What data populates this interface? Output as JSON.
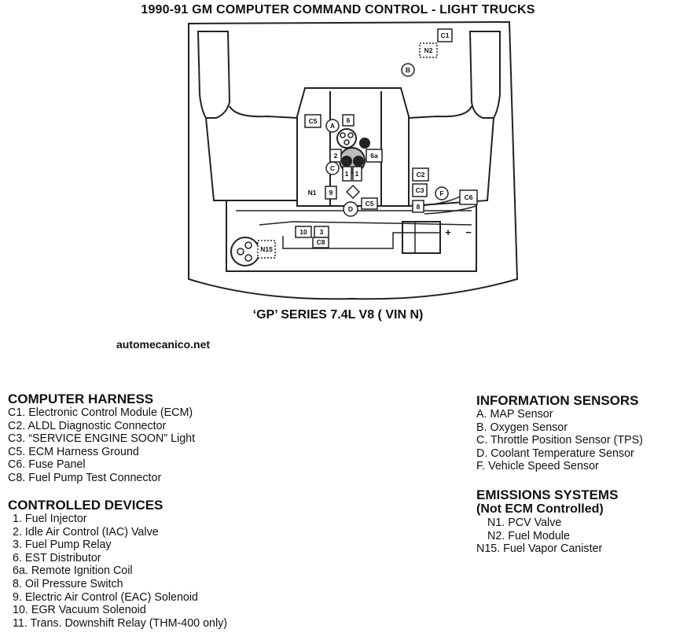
{
  "title": "1990-91 GM COMPUTER COMMAND CONTROL - LIGHT TRUCKS",
  "subtitle": "‘GP’ SERIES 7.4L V8 ( VIN N)",
  "site": "automecanico.net",
  "diagram_labels": {
    "c1": "C1",
    "n2": "N2",
    "b": "B",
    "c5a": "C5",
    "a": "A",
    "six": "6",
    "two": "2",
    "sixa": "6a",
    "c": "C",
    "one1": "1",
    "one2": "1",
    "c2": "C2",
    "c3": "C3",
    "f": "F",
    "c6": "C6",
    "n1": "N1",
    "nine": "9",
    "d": "D",
    "c5b": "C5",
    "eight": "8",
    "ten": "10",
    "three": "3",
    "c8": "C8",
    "n15": "N15",
    "plus": "+",
    "minus": "−"
  },
  "legend": {
    "harness": {
      "heading": "COMPUTER HARNESS",
      "items": [
        "C1. Electronic Control Module (ECM)",
        "C2. ALDL Diagnostic Connector",
        "C3. “SERVICE ENGINE SOON” Light",
        "C5. ECM Harness Ground",
        "C6. Fuse Panel",
        "C8. Fuel Pump Test Connector"
      ]
    },
    "devices": {
      "heading": "CONTROLLED DEVICES",
      "items": [
        "1. Fuel Injector",
        "2. Idle Air Control (IAC) Valve",
        "3. Fuel Pump Relay",
        "6. EST Distributor",
        "6a. Remote Ignition Coil",
        "8. Oil Pressure Switch",
        "9. Electric Air Control (EAC) Solenoid",
        "10. EGR Vacuum Solenoid",
        "11. Trans. Downshift Relay (THM-400 only)"
      ]
    },
    "sensors": {
      "heading": "INFORMATION SENSORS",
      "items": [
        "A. MAP Sensor",
        "B. Oxygen Sensor",
        "C. Throttle Position Sensor (TPS)",
        "D. Coolant Temperature Sensor",
        "F. Vehicle Speed Sensor"
      ]
    },
    "emissions": {
      "heading": "EMISSIONS SYSTEMS",
      "subheading": "(Not ECM Controlled)",
      "items": [
        "N1. PCV Valve",
        "N2. Fuel Module",
        "N15. Fuel Vapor Canister"
      ]
    }
  }
}
